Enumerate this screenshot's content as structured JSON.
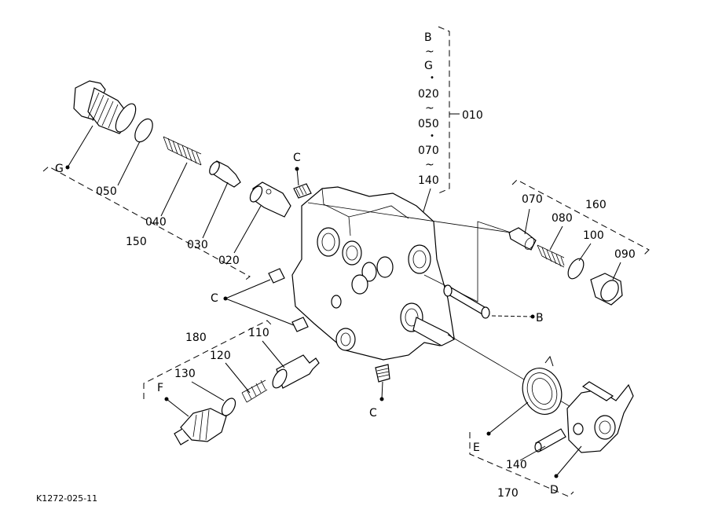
{
  "diagram": {
    "ref_code": "K1272-025-11",
    "part_labels": {
      "p010": "010",
      "p020": "020",
      "p030": "030",
      "p040": "040",
      "p050": "050",
      "p070": "070",
      "p080": "080",
      "p090": "090",
      "p100": "100",
      "p110": "110",
      "p120": "120",
      "p130": "130",
      "p140a": "140",
      "p140b": "140",
      "p150": "150",
      "p160": "160",
      "p170": "170",
      "p180": "180"
    },
    "letter_labels": {
      "G": "G",
      "F": "F",
      "E": "E",
      "D": "D",
      "B": "B",
      "C1": "C",
      "C2": "C",
      "C3": "C"
    },
    "range_stack": [
      "B",
      "~",
      "G",
      "・",
      "020",
      "~",
      "050",
      "・",
      "070",
      "~",
      "140"
    ]
  }
}
